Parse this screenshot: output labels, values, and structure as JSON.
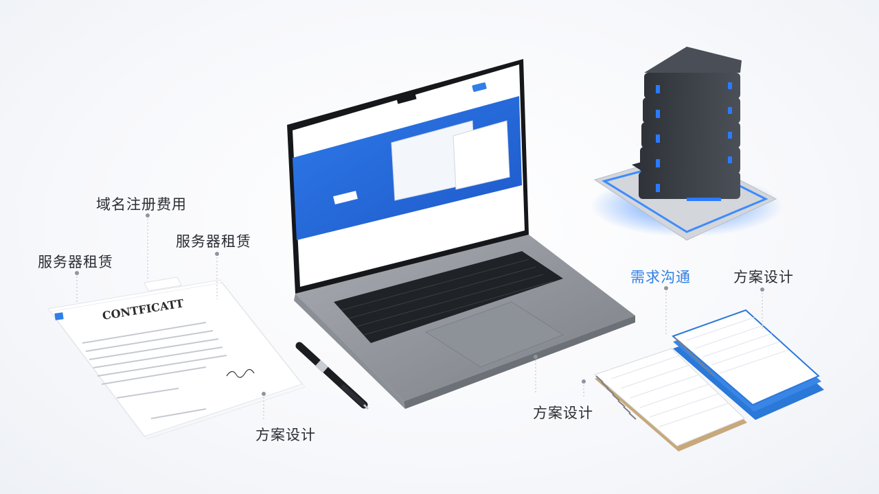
{
  "labels": {
    "domain_fee": "域名注册费用",
    "server_rent_left": "服务器租赁",
    "server_rent_right": "服务器租赁",
    "plan_design_bottom_left": "方案设计",
    "plan_design_bottom_mid": "方案设计",
    "plan_design_top_right": "方案设计",
    "needs_communication": "需求沟通"
  },
  "certificate": {
    "title": "CONTFICATT"
  },
  "colors": {
    "accent_blue": "#2f7fe6",
    "label_text": "#2a2d33",
    "laptop_shell": "#8f939a",
    "server_body": "#3b3f46",
    "server_glow": "#2a7bff",
    "notebook_cover": "#2a78d8"
  }
}
